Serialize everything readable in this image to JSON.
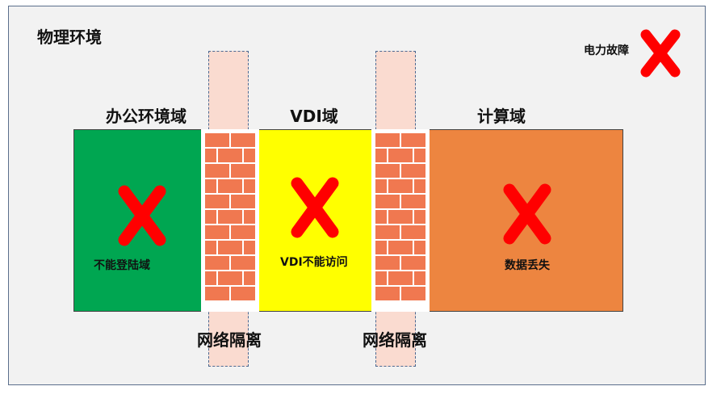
{
  "title": "物理环境",
  "legend": {
    "label": "电力故障",
    "icon": "red-x-icon"
  },
  "domains": {
    "office": {
      "label": "办公环境域",
      "status": "不能登陆域",
      "color": "#00a651"
    },
    "vdi": {
      "label": "VDI域",
      "status": "VDI不能访问",
      "color": "#ffff00"
    },
    "compute": {
      "label": "计算域",
      "status": "数据丢失",
      "color": "#ed8540"
    }
  },
  "isolation": [
    {
      "label": "网络隔离"
    },
    {
      "label": "网络隔离"
    }
  ],
  "colors": {
    "cross": "#ff0000",
    "brick": "#f07850",
    "mortar": "#ffffff",
    "pillar": "#fadbd0"
  }
}
